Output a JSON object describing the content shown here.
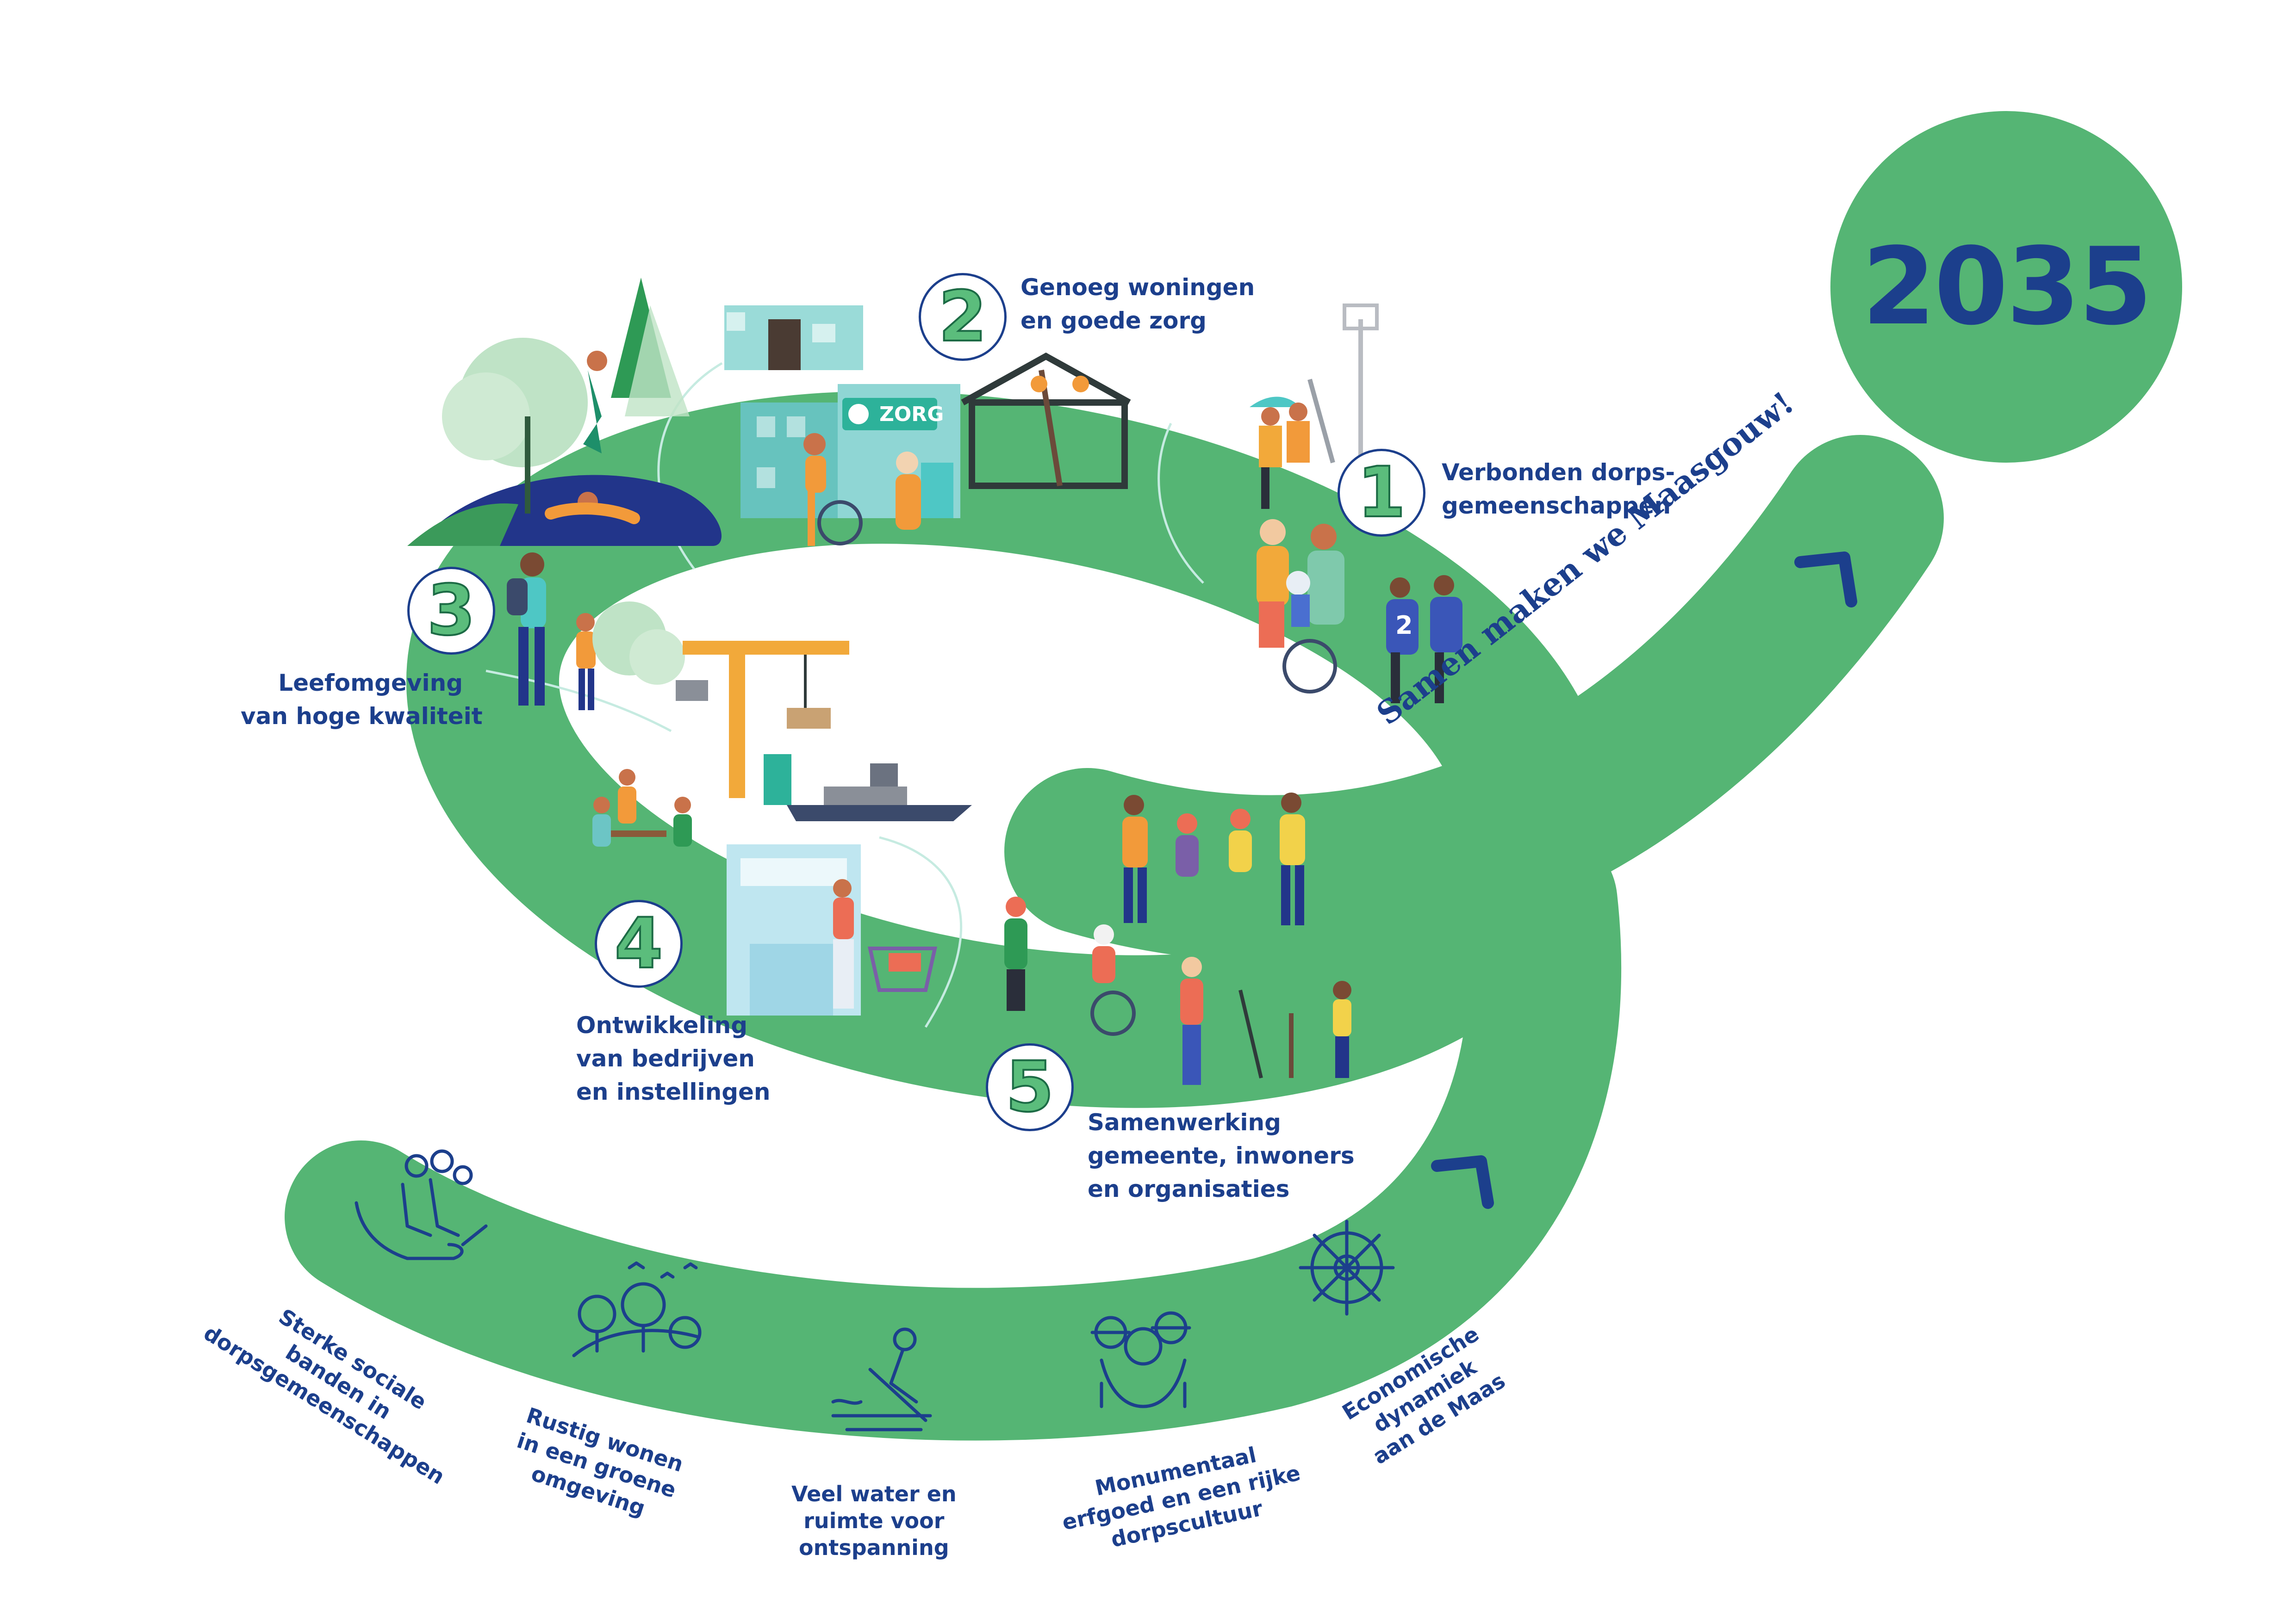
{
  "year": "2035",
  "slogan": "Samen maken we Maasgouw!",
  "steps": [
    {
      "number": "1",
      "lines": [
        "Verbonden dorps-",
        "gemeenschappen"
      ]
    },
    {
      "number": "2",
      "lines": [
        "Genoeg woningen",
        "en goede zorg"
      ]
    },
    {
      "number": "3",
      "lines": [
        "Leefomgeving",
        "van hoge kwaliteit"
      ]
    },
    {
      "number": "4",
      "lines": [
        "Ontwikkeling",
        "van bedrijven",
        "en instellingen"
      ]
    },
    {
      "number": "5",
      "lines": [
        "Samenwerking",
        "gemeente, inwoners",
        "en organisaties"
      ]
    }
  ],
  "themes": [
    {
      "lines": [
        "Sterke sociale",
        "banden in",
        "dorpsgemeenschappen"
      ],
      "icon": "hands-people-icon"
    },
    {
      "lines": [
        "Rustig wonen",
        "in een groene",
        "omgeving"
      ],
      "icon": "trees-globe-icon"
    },
    {
      "lines": [
        "Veel water en",
        "ruimte voor",
        "ontspanning"
      ],
      "icon": "rower-icon"
    },
    {
      "lines": [
        "Monumentaal",
        "erfgoed en een rijke",
        "dorpscultuur"
      ],
      "icon": "heritage-people-icon"
    },
    {
      "lines": [
        "Economische",
        "dynamiek",
        "aan de Maas"
      ],
      "icon": "ship-wheel-icon"
    }
  ],
  "signs": {
    "zorg": "ZORG",
    "jersey": "2"
  },
  "colors": {
    "band": "#55b574",
    "navy": "#1c3f8c",
    "orange": "#f29a3a",
    "teal": "#6cc5c5",
    "crane": "#f2a93a"
  }
}
